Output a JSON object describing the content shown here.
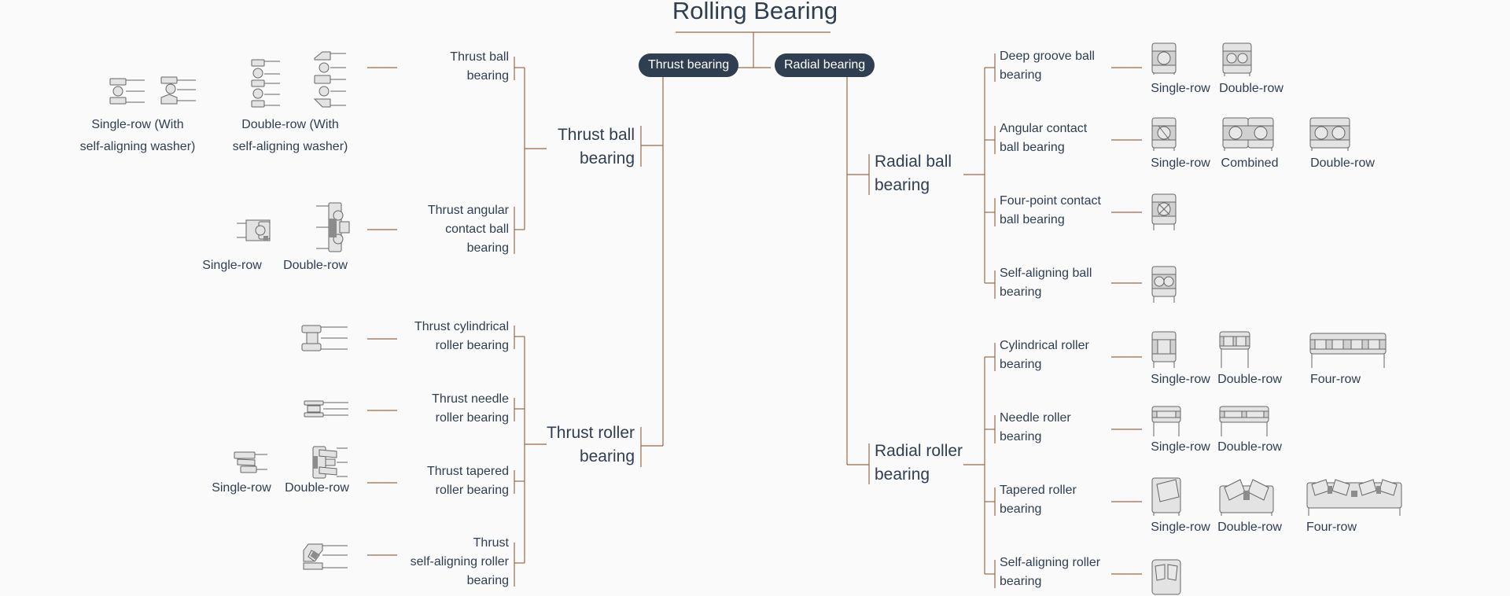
{
  "title": "Rolling Bearing",
  "pills": {
    "thrust": "Thrust bearing",
    "radial": "Radial bearing"
  },
  "thrust": {
    "ball": {
      "label1": "Thrust ball",
      "label2": "bearing",
      "ball_bearing": {
        "line1": "Thrust ball",
        "line2": "bearing",
        "captions": [
          "Single-row (With",
          "self-aligning washer)",
          "Double-row (With",
          "self-aligning washer)"
        ]
      },
      "angular": {
        "line1": "Thrust angular",
        "line2": "contact ball",
        "line3": "bearing",
        "captions": [
          "Single-row",
          "Double-row"
        ]
      }
    },
    "roller": {
      "label1": "Thrust roller",
      "label2": "bearing",
      "cylindrical": {
        "line1": "Thrust cylindrical",
        "line2": "roller bearing"
      },
      "needle": {
        "line1": "Thrust needle",
        "line2": "roller bearing"
      },
      "tapered": {
        "line1": "Thrust tapered",
        "line2": "roller bearing",
        "captions": [
          "Single-row",
          "Double-row"
        ]
      },
      "self_aligning": {
        "line1": "Thrust",
        "line2": "self-aligning roller",
        "line3": "bearing"
      }
    }
  },
  "radial": {
    "ball": {
      "label1": "Radial ball",
      "label2": "bearing",
      "deep_groove": {
        "line1": "Deep groove ball",
        "line2": "bearing",
        "captions": [
          "Single-row",
          "Double-row"
        ]
      },
      "angular": {
        "line1": "Angular contact",
        "line2": "ball bearing",
        "captions": [
          "Single-row",
          "Combined",
          "Double-row"
        ]
      },
      "four_point": {
        "line1": "Four-point contact",
        "line2": "ball bearing"
      },
      "self_aligning": {
        "line1": "Self-aligning ball",
        "line2": "bearing"
      }
    },
    "roller": {
      "label1": "Radial roller",
      "label2": "bearing",
      "cylindrical": {
        "line1": "Cylindrical roller",
        "line2": "bearing",
        "captions": [
          "Single-row",
          "Double-row",
          "Four-row"
        ]
      },
      "needle": {
        "line1": "Needle roller",
        "line2": "bearing",
        "captions": [
          "Single-row",
          "Double-row"
        ]
      },
      "tapered": {
        "line1": "Tapered roller",
        "line2": "bearing",
        "captions": [
          "Single-row",
          "Double-row",
          "Four-row"
        ]
      },
      "self_aligning": {
        "line1": "Self-aligning roller",
        "line2": "bearing"
      }
    }
  },
  "colors": {
    "line": "#9a6b47",
    "text": "#2f3e51",
    "pill": "#2f3e51",
    "icon_fill": "#e3e3e3",
    "icon_dark": "#8c8c8c"
  }
}
